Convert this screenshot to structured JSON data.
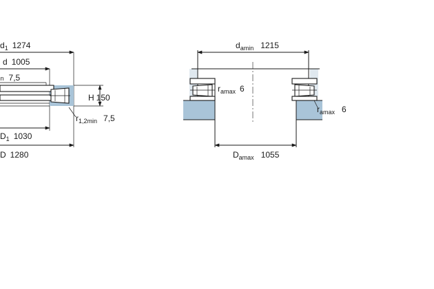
{
  "colors": {
    "line": "#1a1a1a",
    "housing": "#a9c4d8",
    "background": "#ffffff"
  },
  "left_view": {
    "d1": {
      "symbol": "d",
      "sub": "1",
      "value": "1274"
    },
    "d": {
      "symbol": "d",
      "value": "1005"
    },
    "r_min_partial": {
      "sub": "min",
      "value": "7,5"
    },
    "H": {
      "symbol": "H",
      "value": "150"
    },
    "r12min": {
      "symbol": "r",
      "sub": "1,2min",
      "value": "7,5"
    },
    "D1": {
      "symbol": "D",
      "sub": "1",
      "value": "1030"
    },
    "D": {
      "symbol": "D",
      "value": "1280"
    }
  },
  "right_view": {
    "da_min": {
      "symbol": "d",
      "sub": "amin",
      "value": "1215"
    },
    "ra_max_inner": {
      "symbol": "r",
      "sub": "amax",
      "value": "6"
    },
    "ra_max_outer": {
      "symbol": "r",
      "sub": "amax",
      "value": "6"
    },
    "Da_max": {
      "symbol": "D",
      "sub": "amax",
      "value": "1055"
    }
  }
}
